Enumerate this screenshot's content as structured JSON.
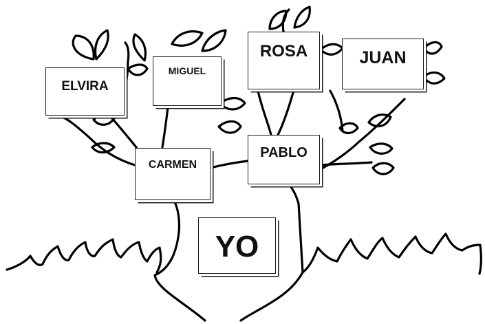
{
  "diagram": {
    "type": "family-tree",
    "line_color": "#000000",
    "card_border_color": "#1a1a1a",
    "background_color": "#ffffff"
  },
  "cards": {
    "elvira": "ELVIRA",
    "miguel": "MIGUEL",
    "rosa": "ROSA",
    "juan": "JUAN",
    "carmen": "CARMEN",
    "pablo": "PABLO",
    "yo": "YO"
  }
}
